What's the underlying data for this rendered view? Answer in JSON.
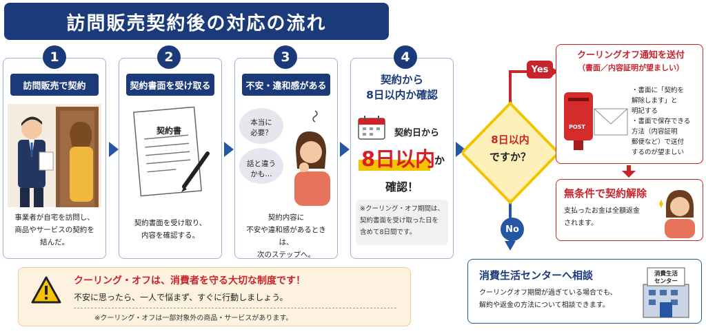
{
  "title": "訪問販売契約後の対応の流れ",
  "steps": [
    {
      "num": "1",
      "label": "訪問販売で契約",
      "caption": [
        "事業者が自宅を訪問し、",
        "商品やサービスの契約を",
        "結んだ。"
      ]
    },
    {
      "num": "2",
      "label": "契約書面を受け取る",
      "doc_title": "契約書",
      "caption": [
        "契約書面を受け取り、",
        "内容を確認する。"
      ]
    },
    {
      "num": "3",
      "label": "不安・違和感がある",
      "bubble1": [
        "本当に",
        "必要？"
      ],
      "bubble2": [
        "話と違う",
        "かも…"
      ],
      "caption": [
        "契約内容に",
        "不安や違和感があるときは、",
        "次のステップへ。"
      ]
    },
    {
      "num": "4",
      "heading": [
        "契約から",
        "8日以内か確認"
      ],
      "date_from": "契約日から",
      "days": "8日以内",
      "ka": "か",
      "confirm": "確認！",
      "note": [
        "※クーリング・オフ期間は、",
        "契約書面を受け取った日を",
        "含めて8日間です。"
      ]
    }
  ],
  "decision": {
    "line1": "8日以内",
    "line2": "ですか？",
    "yes": "Yes",
    "no": "No"
  },
  "notice": {
    "title": "クーリングオフ通知を送付",
    "subtitle": "（書面／内容証明が望ましい）",
    "post_label": "POST",
    "bullets": [
      [
        "・書面に「契約を",
        "解除します」と",
        "明記する"
      ],
      [
        "・書面で保存できる",
        "方法（内容証明",
        "郵便など）で送付",
        "するのが望ましい"
      ]
    ]
  },
  "cancel": {
    "title": "無条件で契約解除",
    "text": [
      "支払ったお金は全額返金",
      "されます。"
    ]
  },
  "center": {
    "title": "消費生活センターへ相談",
    "sign": [
      "消費生活",
      "センター"
    ],
    "text": [
      "クーリングオフ期間が過ぎている場合でも、",
      "解約や返金の方法について相談できます。"
    ]
  },
  "info": {
    "main": "クーリング・オフは、消費者を守る大切な制度です！",
    "sub": "不安に思ったら、一人で悩まず、すぐに行動しましょう。",
    "note": "※クーリング・オフは一部対象外の商品・サービスがあります。"
  },
  "colors": {
    "navy": "#1b3a7a",
    "blue": "#2456a4",
    "red": "#c8242c",
    "yellow": "#f5c400",
    "cream": "#fdf2df"
  }
}
